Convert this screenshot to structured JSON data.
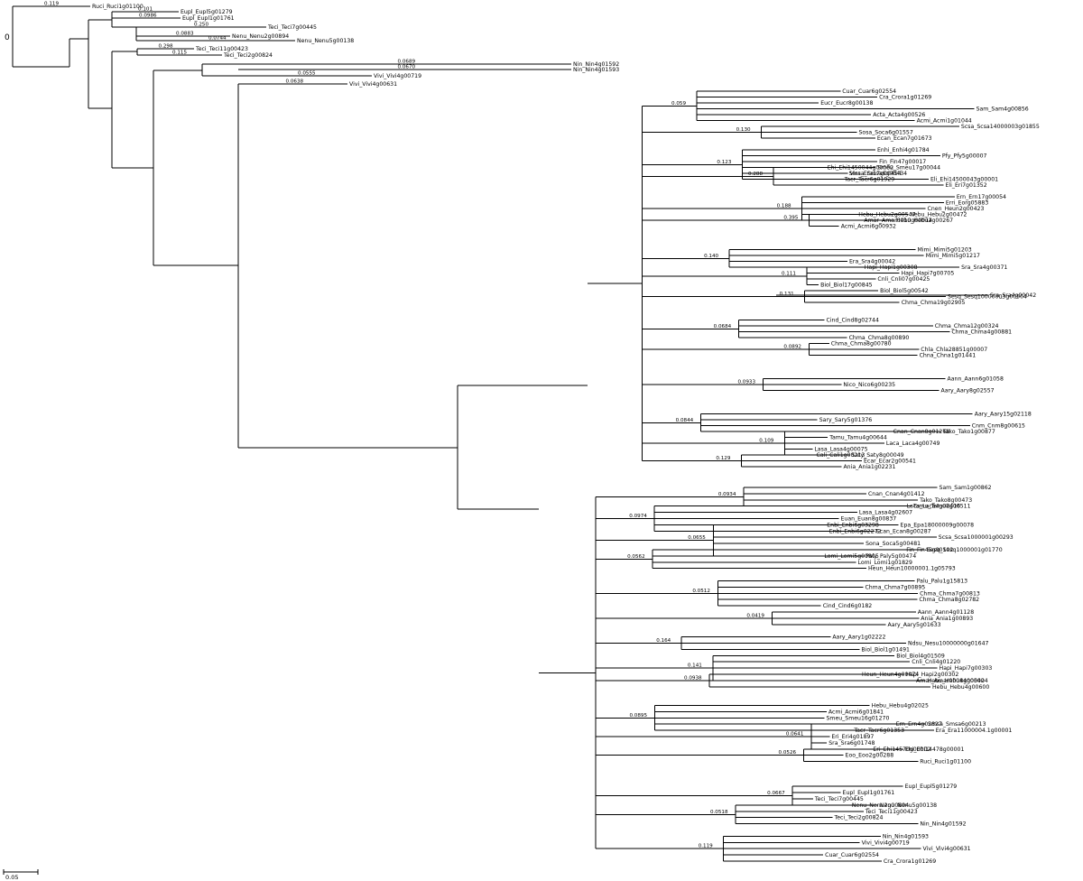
{
  "viewer": {
    "root_label": "0",
    "scale_bar_label": "0.05"
  },
  "colors": {
    "branch": "#000000",
    "label": "#000000",
    "leaf_marker": "#0000ff"
  },
  "tree": {
    "root_bootstrap": "0",
    "visible_branch_lengths": [
      "0.119",
      "0.101",
      "0.0986",
      "0.250",
      "0.0883",
      "0.0744",
      "0.298",
      "0.115",
      "0.0689",
      "0.0670",
      "0.0555",
      "0.0638",
      "0.059",
      "0.130",
      "0.123",
      "0.288",
      "0.188",
      "0.395",
      "0.140",
      "0.111",
      "0.131",
      "0.0684",
      "0.0892",
      "0.0933",
      "0.0844",
      "0.109",
      "0.129",
      "0.0934",
      "0.0974",
      "0.0655",
      "0.0562",
      "0.0512",
      "0.0419",
      "0.164",
      "0.141",
      "0.0938",
      "0.0895",
      "0.0641",
      "0.0526",
      "0.0667",
      "0.0518"
    ],
    "visible_leaves": [
      "Ruci_Ruci1g01100",
      "Eupl_Eupl5g01279",
      "Eupl_Eupl1g01761",
      "Teci_Teci7g00445",
      "Nenu_Nenu2g00894",
      "Nenu_Nenu5g00138",
      "Teci_Teci11g00423",
      "Teci_Teci2g00824",
      "Nin_Nin4g01592",
      "Nin_Nin4g01593",
      "Vivi_Vivi4g00719",
      "Vivi_Vivi4g00631",
      "Cuar_Cuar6g02554",
      "Cra_Crora1g01269",
      "Eucr_Eucr8g00138",
      "Sam_Sam4g00856",
      "Acta_Acta4g00526",
      "Acmi_Acmi1g01044",
      "Scsa_Scsa14000003g01855",
      "Sosa_Soca6g01557",
      "Ecan_Ecan7g01673",
      "Enhi_Enhi4g01784",
      "Pfy_Pfy5g00007",
      "Fin_Fin47g00017",
      "Smeu_Smeu17g00044",
      "Smsa_Smsa6g00434",
      "Tacr_Tacr6g01929",
      "Ehi_Ehi1450044g00002",
      "Vira_Era17g00454",
      "Eli_Ehi14500043g00001",
      "Eli_Eri7g01352",
      "Ern_Ern17g00054",
      "Erri_Eorg05883",
      "Cnen_Heun2g00423",
      "Nebu_Hebu2g00472",
      "Hebu_Hebu2g00267",
      "Hebu_Hebu2g00547",
      "Amar_Amar0010g00014",
      "Acmi_Acmi6g00932",
      "Mimi_Mimi5g01203",
      "Mimi_Mimi5g01217",
      "Era_Sra4g00042",
      "Sra_Sra4g00371",
      "Hapi_Hapi1g00308",
      "Hapi_Hapi7g00705",
      "Cnli_Cnli07g00425",
      "Biol_Biol17g00845",
      "Biol_Biol5g00542",
      "Sesq_Sesq10000003g00504",
      "Chma_Chma19g02905",
      "Cind_Cind8g02744",
      "Chma_Chma12g00324",
      "Chma_Chma4g00881",
      "Chma_Chma8g00890",
      "Chma_Chma8g00780",
      "Chla_Chla28851g00007",
      "Chna_Chna1g01441",
      "Aann_Aann6g01058",
      "Nico_Nico6g00235",
      "Aary_Aary8g02557",
      "Aary_Aary15g02118",
      "Sary_Sary5g01376",
      "Cnm_Cnm8g00615",
      "Cnan_Cnan8g01268",
      "Tako_Tako1g00877",
      "Tamu_Tamu4g00644",
      "Laca_Laca4g00749",
      "Lasa_Lasa4g00075",
      "Saty_Saty8g00049",
      "Cali_Cali1g00213",
      "Ecar_Ecar2g00541",
      "Ania_Ania1g02231",
      "Sam_Sam1g00862",
      "Cnan_Cnan4g01412",
      "Tako_Tako8g00473",
      "Tamu_Tamu8g00511",
      "Laca_Laca4g02416",
      "Lasa_Lasa4g02607",
      "Euan_Euan8g00837",
      "Epa_Epa18000009g00078",
      "Enbi_Enbi6g02272",
      "Enbi_Enbi6g03298",
      "Ecan_Ecan8g00287",
      "Scsa_Scsa1000001g00293",
      "Sona_Soca5g00481",
      "Sesq_Sesq1000001g01770",
      "Paly_Paly5g00474",
      "Fin_Fin45g00102",
      "Lomi_Lomi5g00805",
      "Lomi_Lomi1g01829",
      "Heun_Heun10000001.1g05793",
      "Palu_Palu1g15813",
      "Chma_Chma7g00895",
      "Chma_Chma7g00813",
      "Chma_Chma8g02782",
      "Cind_Cind6g0182",
      "Aann_Aann4g01128",
      "Ania_Ania1g00893",
      "Aary_Aary5g01633",
      "Aary_Aary1g02222",
      "Ndsu_Nesu10000000g01647",
      "Biol_Biol1g01491",
      "Biol_Biol4g01509",
      "Cnli_Cnli4g01220",
      "Hapi_Hapi7g00303",
      "Hapi_Hapi2g00302",
      "Amar_Amar00084g00004",
      "Heun_Heun4g00474",
      "Hebu_Hebu4g00542",
      "Hebu_Hebu4g00600",
      "Hebu_Hebu4g02025",
      "Acmi_Acmi6g01841",
      "Smeu_Smeu16g01270",
      "Smsa_Smsa6g00213",
      "Tacr_Tacr6g01353",
      "Ern_Ern4g02827",
      "Era_Era11000004.1g00001",
      "Eri_Eri4g01897",
      "Sra_Sra6g01748",
      "Eri_Ehi14570g00002",
      "Ehi_Ehi14478g00001",
      "Eoo_Eoo2g00288"
    ]
  }
}
